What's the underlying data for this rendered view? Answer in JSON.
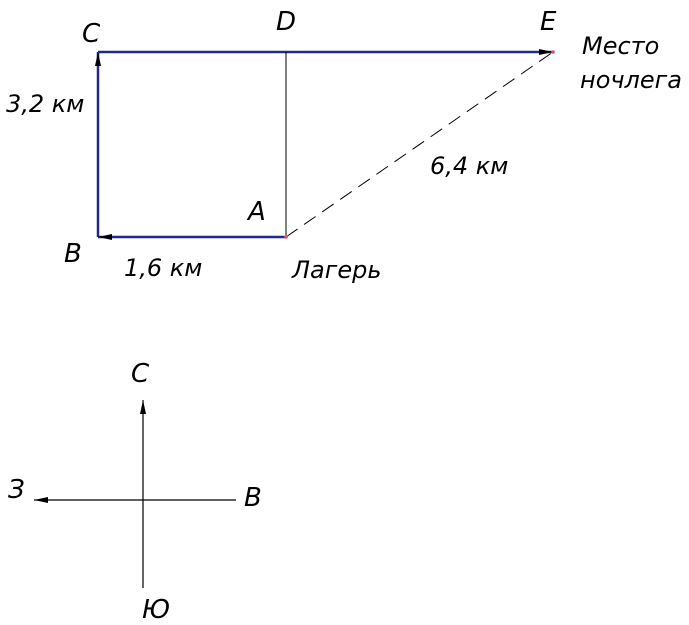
{
  "points": {
    "a": "A",
    "b": "B",
    "c": "C",
    "d": "D",
    "e": "E"
  },
  "distances": {
    "ab": "1,6 км",
    "bc": "3,2 км",
    "ae": "6,4 км"
  },
  "places": {
    "camp": "Лагерь",
    "lodging_line1": "Место",
    "lodging_line2": "ночлега"
  },
  "compass": {
    "north": "С",
    "south": "Ю",
    "east": "В",
    "west": "З"
  },
  "colors": {
    "path": "#1f2a8a",
    "thin": "#000000",
    "point": "#e05060"
  }
}
